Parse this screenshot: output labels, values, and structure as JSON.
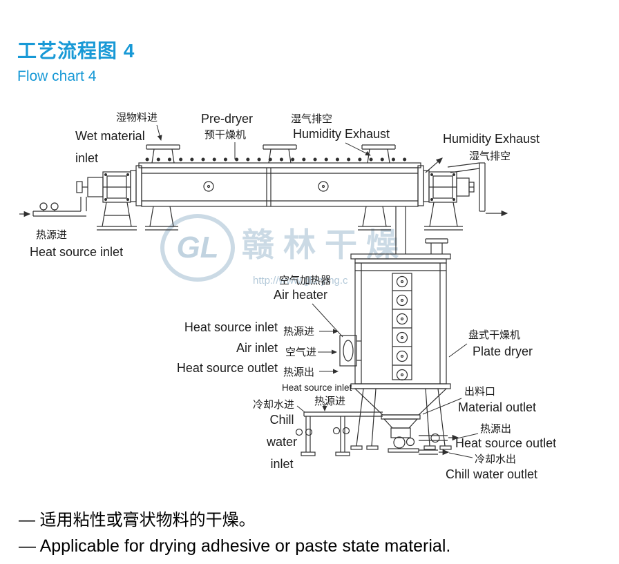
{
  "colors": {
    "title_blue": "#1899d6",
    "line": "#2f2f2f",
    "watermark": "#a0bbd0"
  },
  "header": {
    "title": "工艺流程图 4",
    "subtitle": "Flow chart 4"
  },
  "labels": {
    "wet_material_inlet": {
      "zh": "湿物料进",
      "en1": "Wet material",
      "en2": "inlet"
    },
    "pre_dryer": {
      "en": "Pre-dryer",
      "zh": "预干燥机"
    },
    "humidity_exhaust_top": {
      "zh": "湿气排空",
      "en": "Humidity Exhaust"
    },
    "humidity_exhaust_right": {
      "en": "Humidity Exhaust",
      "zh": "湿气排空"
    },
    "heat_source_inlet_left": {
      "zh": "热源进",
      "en": "Heat source inlet"
    },
    "air_heater": {
      "zh": "空气加热器",
      "en": "Air heater"
    },
    "heat_source_inlet_mid": {
      "en": "Heat source inlet",
      "zh": "热源进"
    },
    "air_inlet": {
      "en": "Air inlet",
      "zh": "空气进"
    },
    "heat_source_outlet_mid": {
      "en": "Heat source outlet",
      "zh": "热源出"
    },
    "heat_source_inlet_bottom": {
      "en": "Heat source inlet",
      "zh": "热源进"
    },
    "chill_water_inlet": {
      "zh": "冷却水进",
      "en1": "Chill",
      "en2": "water",
      "en3": "inlet"
    },
    "plate_dryer": {
      "zh": "盘式干燥机",
      "en": "Plate dryer"
    },
    "material_outlet": {
      "zh": "出料口",
      "en": "Material outlet"
    },
    "heat_source_outlet_bottom": {
      "zh": "热源出",
      "en": "Heat source outlet"
    },
    "chill_water_outlet": {
      "zh": "冷却水出",
      "en": "Chill water outlet"
    }
  },
  "watermark": {
    "logo": "GL",
    "brand": "赣林干燥",
    "url": "http://www.gldrying.c"
  },
  "notes": {
    "line1": "— 适用粘性或膏状物料的干燥。",
    "line2": "— Applicable for drying adhesive or paste state material."
  }
}
